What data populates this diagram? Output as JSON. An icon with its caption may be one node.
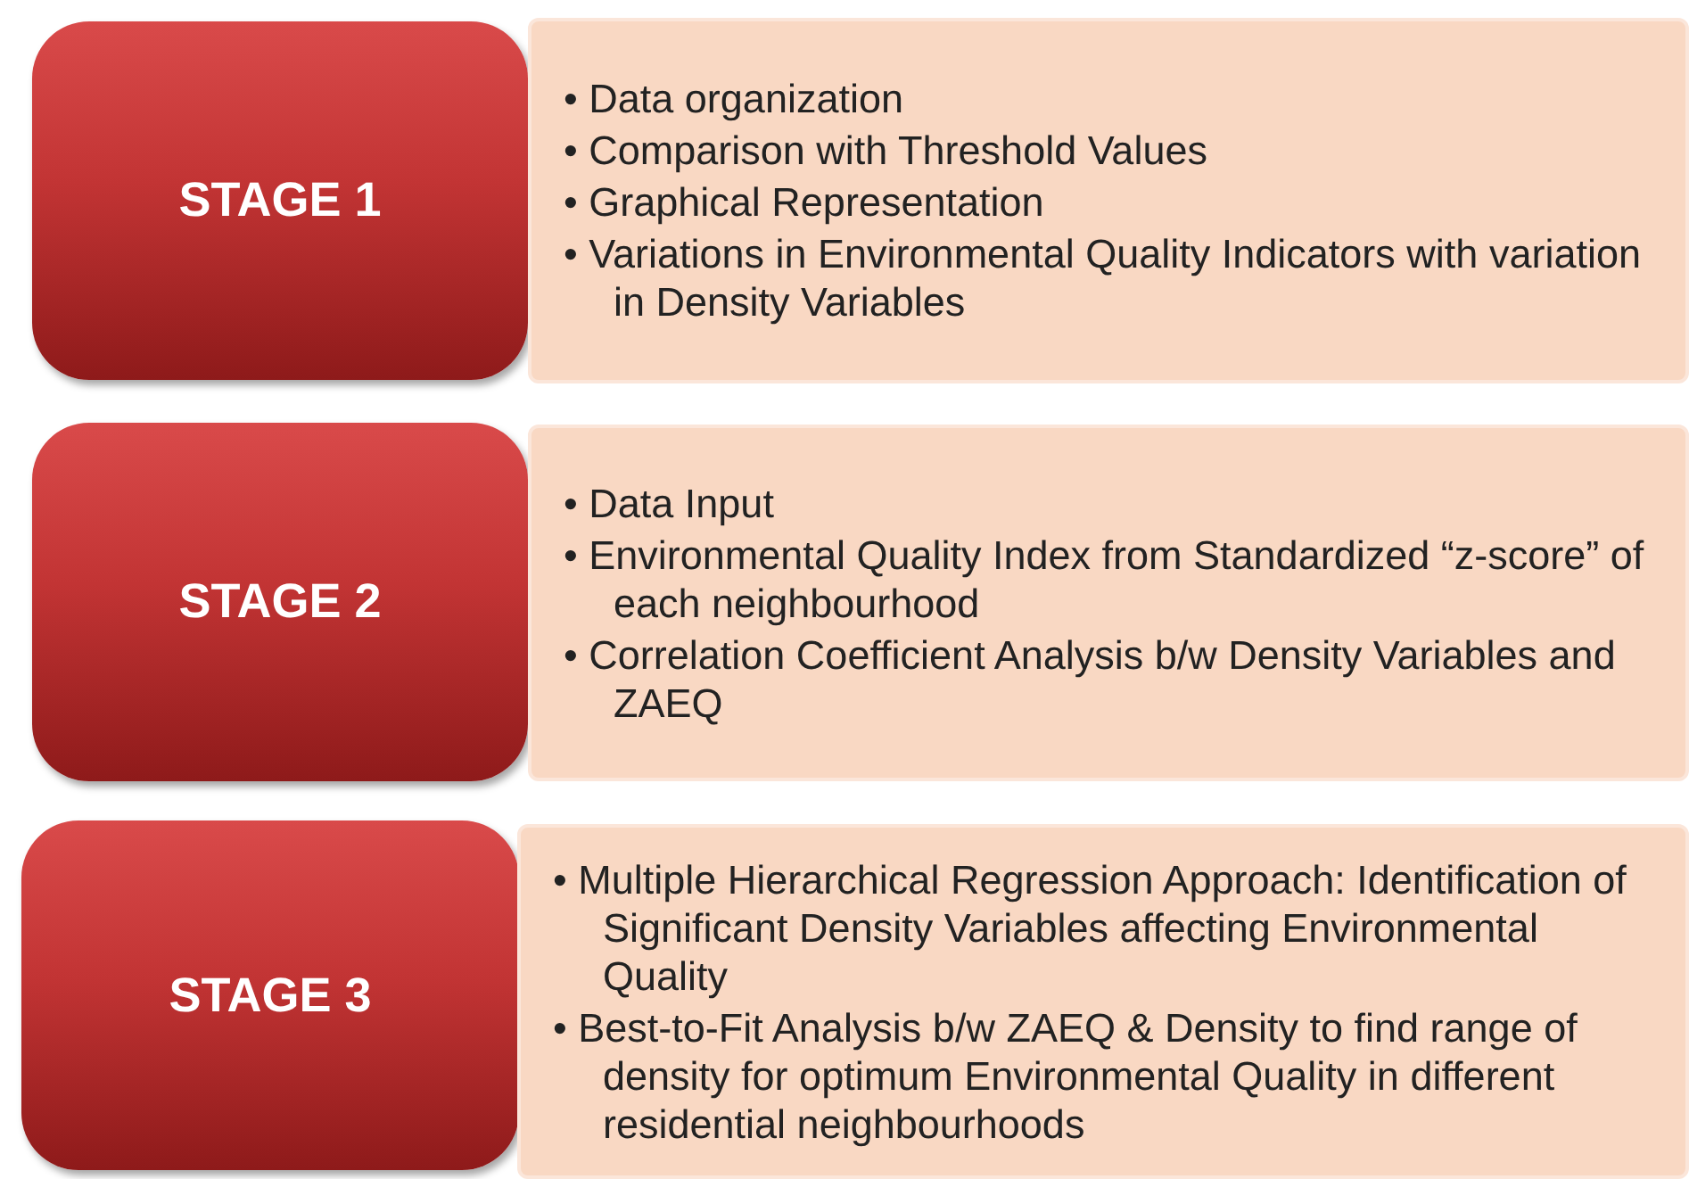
{
  "diagram": {
    "nodes": [
      {
        "text": [
          "STAGE 1"
        ]
      },
      {
        "text": [
          "• Data organization",
          "• Comparison with Threshold Values",
          "• Graphical Representation",
          "• Variations in Environmental Quality Indicators with variation in Density Variables"
        ]
      },
      {
        "text": [
          "STAGE 2"
        ]
      },
      {
        "text": [
          "• Data Input",
          "• Environmental Quality Index from Standardized “z-score” of each neighbourhood",
          "• Correlation Coefficient Analysis b/w Density Variables and ZAEQ"
        ]
      },
      {
        "text": [
          "STAGE 3"
        ]
      },
      {
        "text": [
          "• Multiple Hierarchical Regression Approach: Identification of Significant Density Variables affecting Environmental Quality",
          "• Best-to-Fit Analysis b/w ZAEQ & Density to find range of density for optimum Environmental Quality in different residential neighbourhoods"
        ]
      }
    ]
  }
}
